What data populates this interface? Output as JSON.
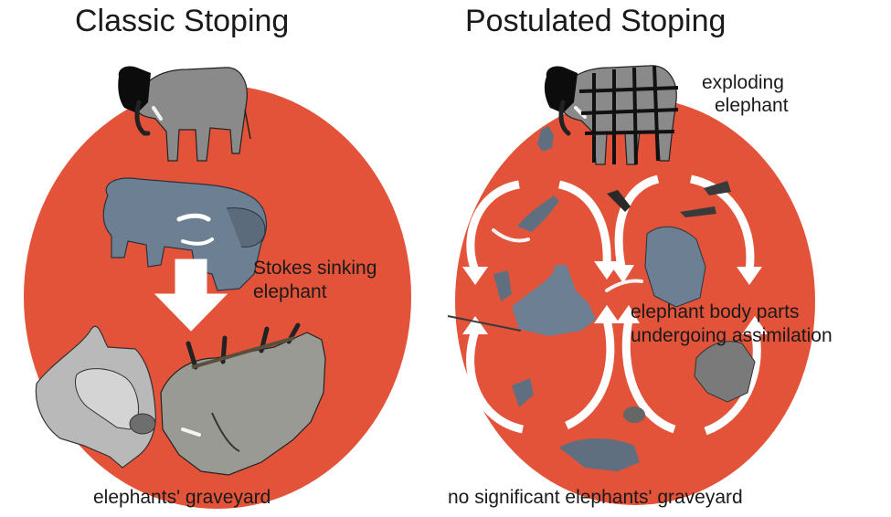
{
  "panels": [
    {
      "title": "Classic Stoping",
      "annotations": [
        "Stokes sinking",
        "elephant"
      ],
      "caption": "elephants' graveyard"
    },
    {
      "title": "Postulated Stoping",
      "annotations_top": [
        "exploding",
        "elephant"
      ],
      "annotations_mid": [
        "elephant body parts",
        "undergoing assimilation"
      ],
      "caption": "no significant elephants' graveyard"
    }
  ],
  "colors": {
    "magma": "#e2533a",
    "elephant_dark": "#5d5d5d",
    "elephant_blue": "#6d7f92",
    "arrow": "#ffffff",
    "outline": "#111111"
  }
}
